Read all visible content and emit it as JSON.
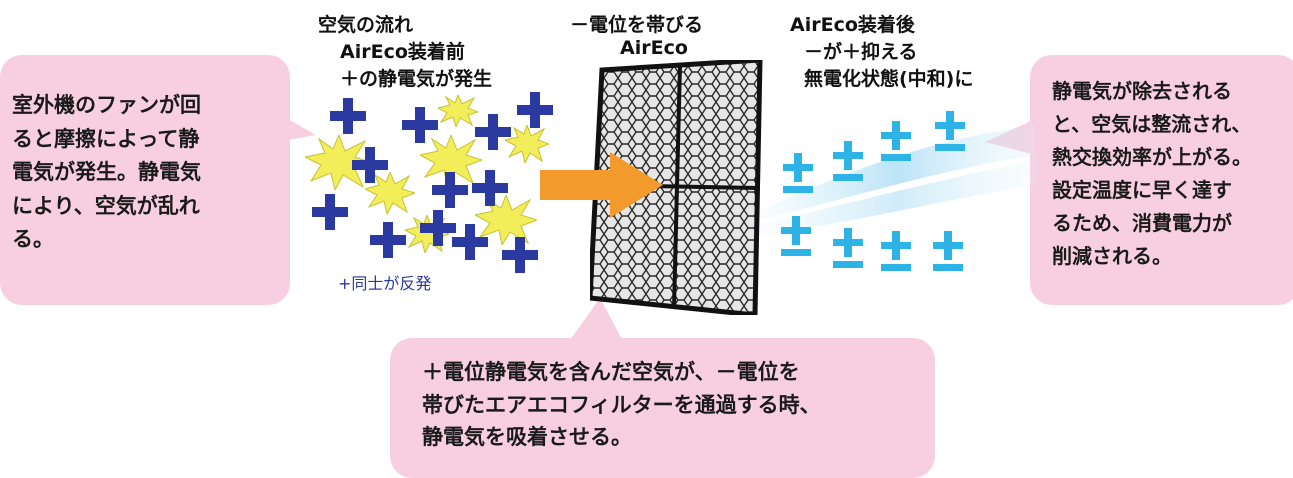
{
  "left_bubble": {
    "lines": [
      "室外機のファンが回",
      "ると摩擦によって静",
      "電気が発生。静電気",
      "により、空気が乱れ",
      "る。"
    ]
  },
  "right_bubble": {
    "lines": [
      "静電気が除去される",
      "と、空気は整流され、",
      "熱交換効率が上がる。",
      "設定温度に早く達す",
      "るため、消費電力が",
      "削減される。"
    ]
  },
  "bottom_bubble": {
    "lines": [
      "＋電位静電気を含んだ空気が、－電位を",
      "帯びたエアエコフィルターを通過する時、",
      "静電気を吸着させる。"
    ]
  },
  "labels": {
    "before": [
      "空気の流れ",
      "AirEco装着前",
      "＋の静電気が発生"
    ],
    "filter": [
      "－電位を帯びる",
      "AirEco"
    ],
    "after": [
      "AirEco装着後",
      "－が＋抑える",
      "無電化状態(中和)に"
    ],
    "repel": "+同士が反発"
  },
  "colors": {
    "bubble": "#f7cfe0",
    "plus": "#2a3aa0",
    "spark": "#f2ee5a",
    "arrow": "#f39a2c",
    "ion": "#2eb3e6"
  }
}
